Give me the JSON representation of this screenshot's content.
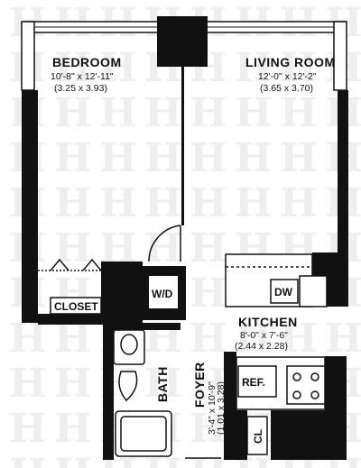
{
  "plan": {
    "wall_color": "#111111",
    "watermark": "H",
    "rooms": {
      "bedroom": {
        "name": "BEDROOM",
        "dim_imperial": "10'-8\" x 12'-11\"",
        "dim_metric": "(3.25 x 3.93)"
      },
      "living": {
        "name": "LIVING ROOM",
        "dim_imperial": "12'-0\" x 12'-2\"",
        "dim_metric": "(3.65 x 3.70)"
      },
      "kitchen": {
        "name": "KITCHEN",
        "dim_imperial": "8'-0\" x 7'-6\"",
        "dim_metric": "(2.44 x 2.28)"
      },
      "foyer": {
        "name": "FOYER",
        "dim_imperial": "3'-4\" x 10'-9\"",
        "dim_metric": "(1.01 x 3.28)"
      },
      "bath": {
        "name": "BATH"
      },
      "closet": {
        "name": "CLOSET"
      },
      "washer_dryer": {
        "name": "W/D"
      },
      "dishwasher": {
        "name": "DW"
      },
      "refrigerator": {
        "name": "REF."
      },
      "coat_closet": {
        "name": "CL"
      }
    }
  }
}
